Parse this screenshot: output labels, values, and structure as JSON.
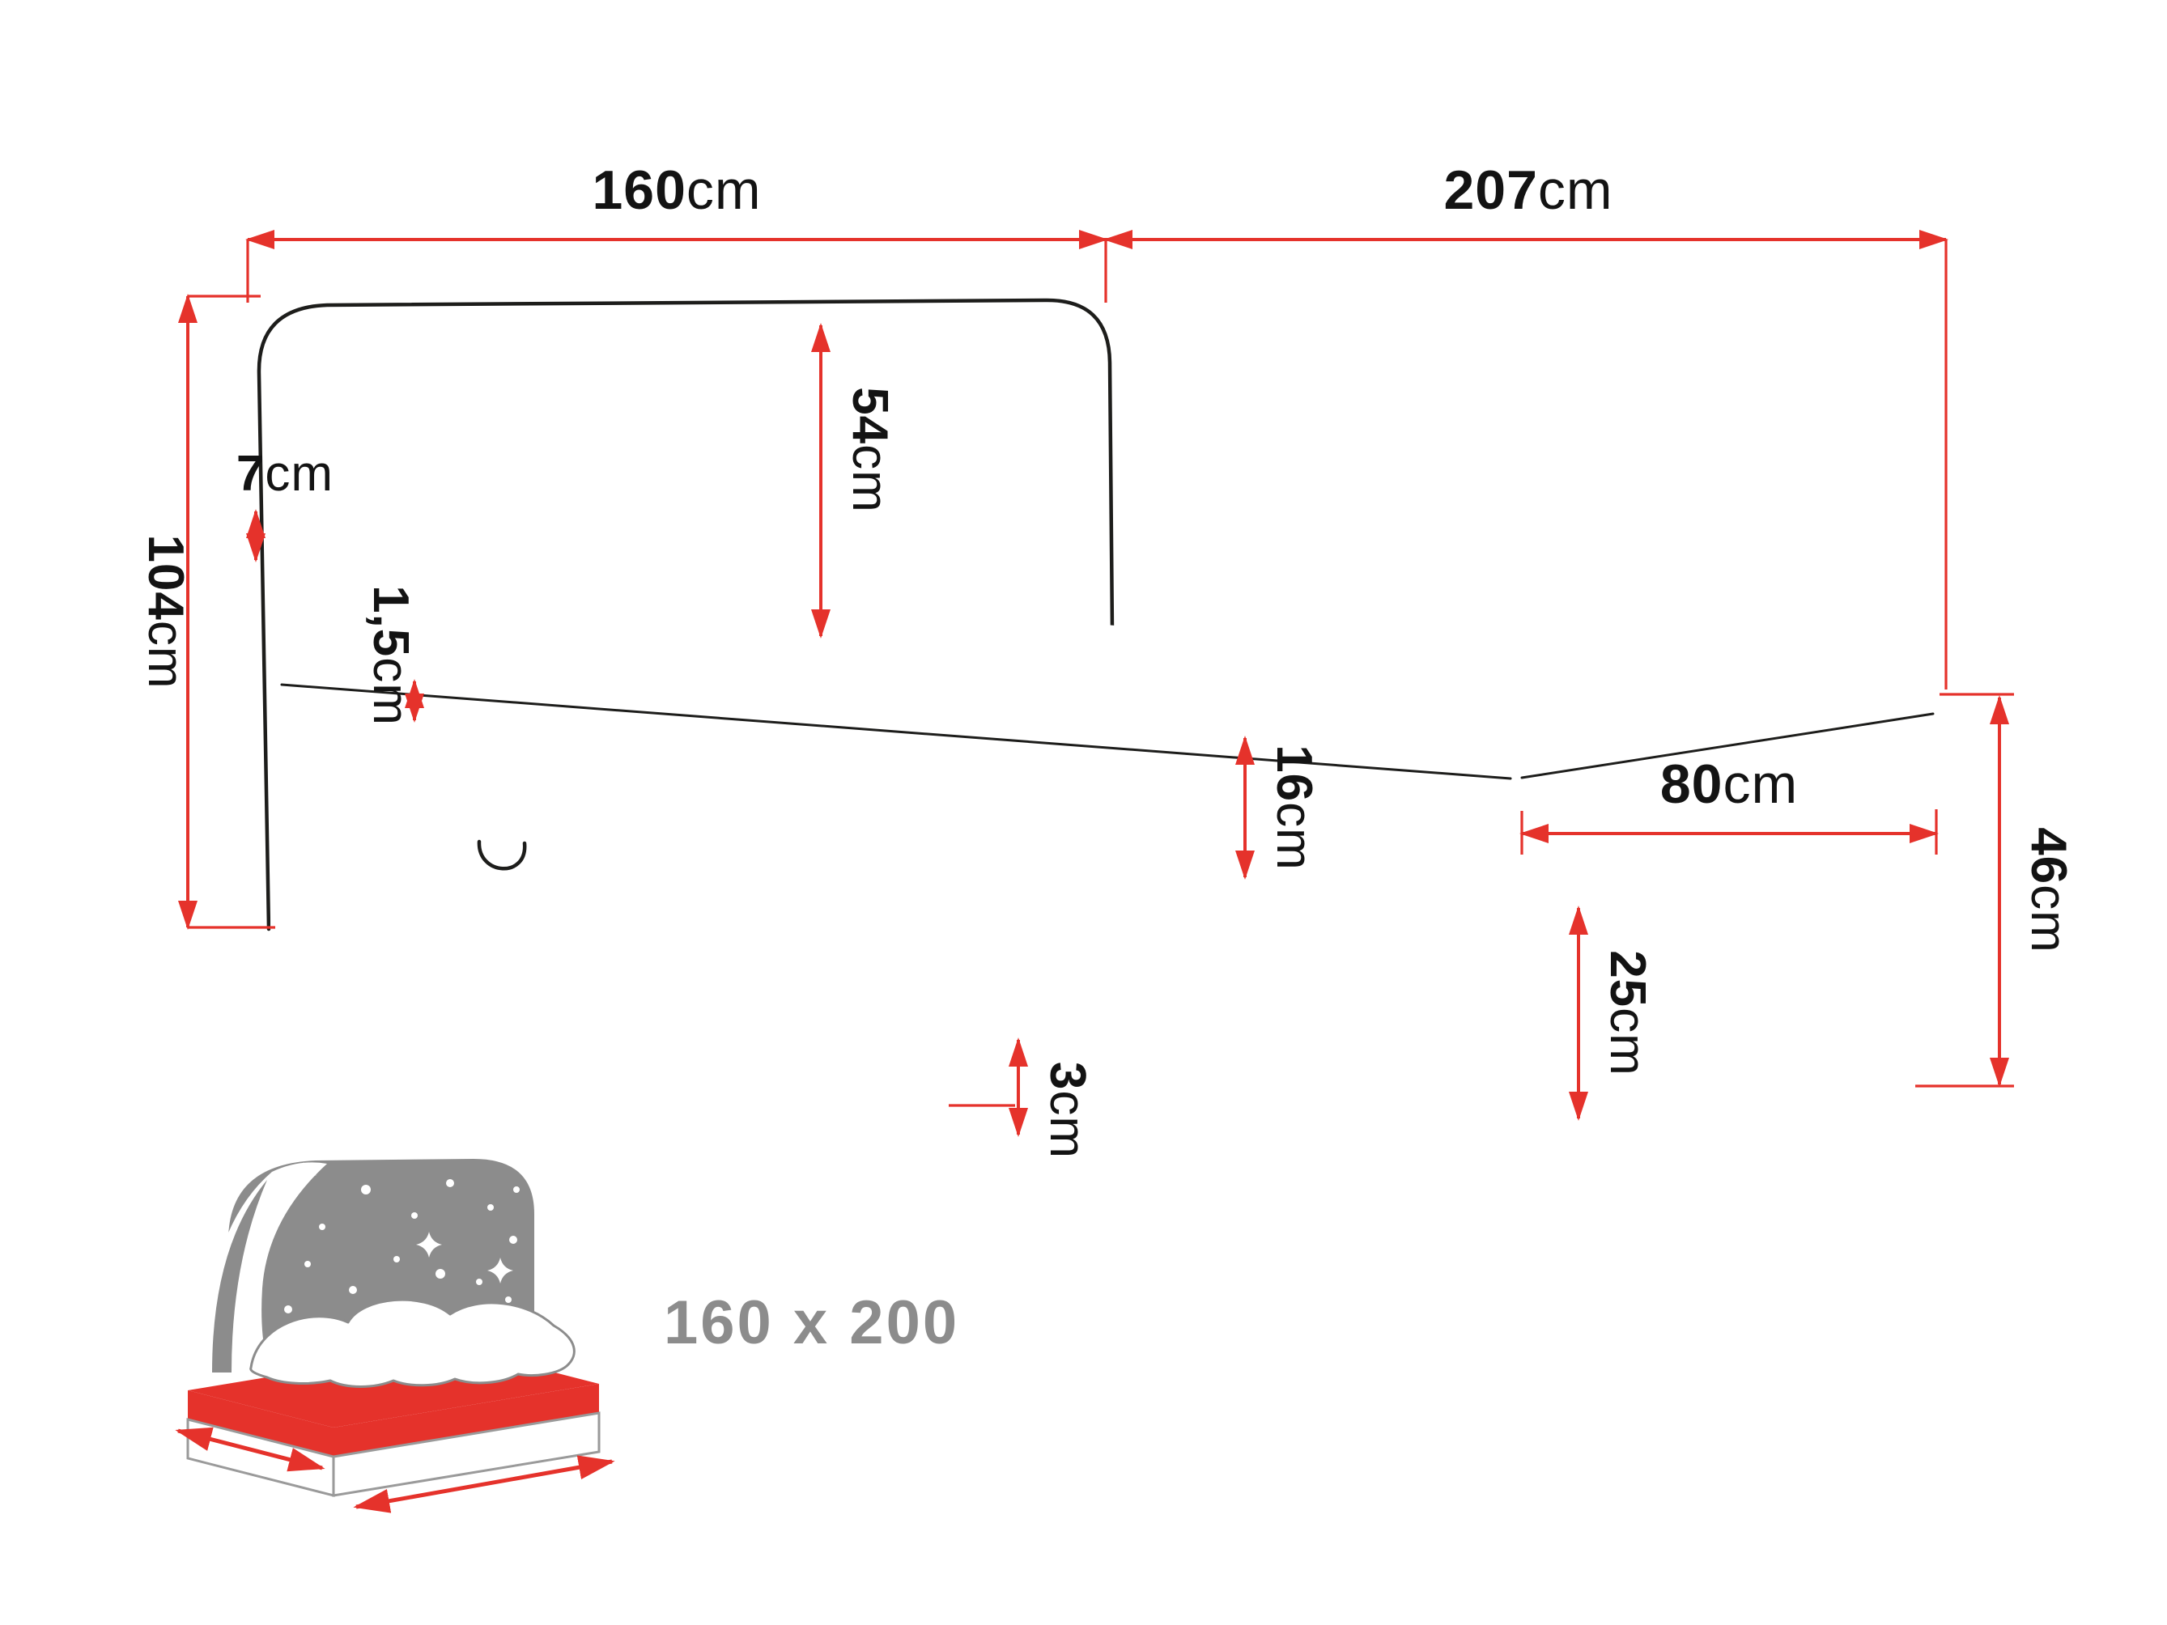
{
  "labels": {
    "headboard_width": {
      "value": "160",
      "unit": "cm"
    },
    "bed_length": {
      "value": "207",
      "unit": "cm"
    },
    "headboard_height": {
      "value": "104",
      "unit": "cm"
    },
    "headboard_frame": {
      "value": "7",
      "unit": "cm"
    },
    "cushion_height": {
      "value": "54",
      "unit": "cm"
    },
    "mattress_lip": {
      "value": "1,5",
      "unit": "cm"
    },
    "mattress_height": {
      "value": "16",
      "unit": "cm"
    },
    "storage_opening": {
      "value": "80",
      "unit": "cm"
    },
    "base_height": {
      "value": "25",
      "unit": "cm"
    },
    "foot_height": {
      "value": "46",
      "unit": "cm"
    },
    "leg_height": {
      "value": "3",
      "unit": "cm"
    }
  },
  "pictogram": {
    "size_label": "160 x 200"
  },
  "colors": {
    "dimension_red": "#e5322b",
    "outline_black": "#1d1d1b",
    "pictogram_gray": "#8c8c8c",
    "background": "#ffffff"
  }
}
